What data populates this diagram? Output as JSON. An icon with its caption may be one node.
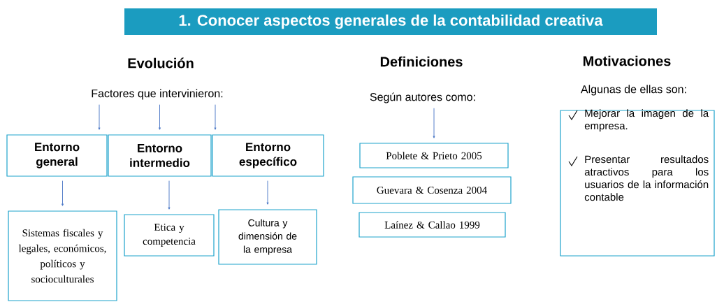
{
  "diagram": {
    "nodes": [
      {
        "text": [
          "1. Conocer aspectos generales de la contabilidad creativa"
        ]
      },
      {
        "text": [
          "Factores que intervinieron:"
        ]
      },
      {
        "text": [
          "Entorno general"
        ]
      },
      {
        "text": [
          "Entorno intermedio"
        ]
      },
      {
        "text": [
          "Entorno específico"
        ]
      },
      {
        "text": [
          "Sistemas fiscales y legales, económicos, políticos y socioculturales"
        ]
      },
      {
        "text": [
          "Etica y competencia"
        ]
      },
      {
        "text": [
          "Cultura y dimensión de la empresa"
        ]
      },
      {
        "text": [
          "Según autores como:"
        ]
      },
      {
        "text": [
          "Poblete & Prieto 2005"
        ]
      },
      {
        "text": [
          "Guevara & Cosenza 2004"
        ]
      },
      {
        "text": [
          "Laínez & Callao 1999"
        ]
      },
      {
        "text": [
          "Mejorar la imagen de la empresa.",
          "Presentar resultados atractivos para los usuarios de la información contable"
        ]
      }
    ],
    "edges": [
      {
        "from": 1,
        "to": 2,
        "arrow": "to"
      },
      {
        "from": 1,
        "to": 3,
        "arrow": "to"
      },
      {
        "from": 1,
        "to": 4,
        "arrow": "to"
      },
      {
        "from": 2,
        "to": 5,
        "arrow": "to"
      },
      {
        "from": 3,
        "to": 6,
        "arrow": "to"
      },
      {
        "from": 4,
        "to": 7,
        "arrow": "to"
      },
      {
        "from": 8,
        "to": 9,
        "arrow": "to"
      }
    ],
    "labels": [
      "Evolución",
      "Definiciones",
      "Motivaciones",
      "Algunas de ellas son:"
    ]
  }
}
